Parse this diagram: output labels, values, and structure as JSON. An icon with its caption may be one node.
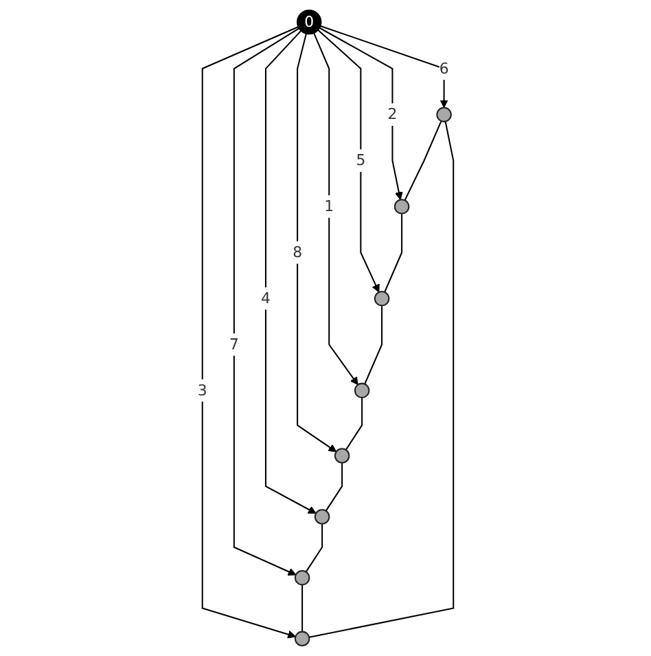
{
  "diagram": {
    "nodes": [
      {
        "text": [],
        "shape": "circle"
      },
      {
        "text": [],
        "shape": "circle"
      },
      {
        "text": [],
        "shape": "circle"
      },
      {
        "text": [],
        "shape": "circle"
      },
      {
        "text": [
          "0"
        ]
      },
      {
        "text": [],
        "shape": "circle"
      },
      {
        "text": [],
        "shape": "circle"
      },
      {
        "text": [],
        "shape": "circle"
      },
      {
        "text": [],
        "shape": "circle"
      }
    ],
    "edges": [
      {
        "from": 4,
        "to": 5,
        "arrow": "to",
        "label": "1"
      },
      {
        "from": 4,
        "to": 1,
        "arrow": "to",
        "label": "2"
      },
      {
        "from": 4,
        "to": 3,
        "arrow": "to",
        "label": "3"
      },
      {
        "from": 4,
        "to": 7,
        "arrow": "to",
        "label": "4"
      },
      {
        "from": 4,
        "to": 2,
        "arrow": "to",
        "label": "5"
      },
      {
        "from": 4,
        "to": 0,
        "arrow": "to",
        "label": "6"
      },
      {
        "from": 4,
        "to": 6,
        "arrow": "to",
        "label": "7"
      },
      {
        "from": 4,
        "to": 8,
        "arrow": "to",
        "label": "8"
      },
      {
        "from": 0,
        "to": 1,
        "arrow": "none"
      },
      {
        "from": 1,
        "to": 2,
        "arrow": "none"
      },
      {
        "from": 2,
        "to": 5,
        "arrow": "none"
      },
      {
        "from": 5,
        "to": 8,
        "arrow": "none"
      },
      {
        "from": 8,
        "to": 7,
        "arrow": "none"
      },
      {
        "from": 7,
        "to": 6,
        "arrow": "none"
      },
      {
        "from": 6,
        "to": 3,
        "arrow": "none"
      },
      {
        "from": 3,
        "to": 0,
        "arrow": "none"
      }
    ]
  }
}
